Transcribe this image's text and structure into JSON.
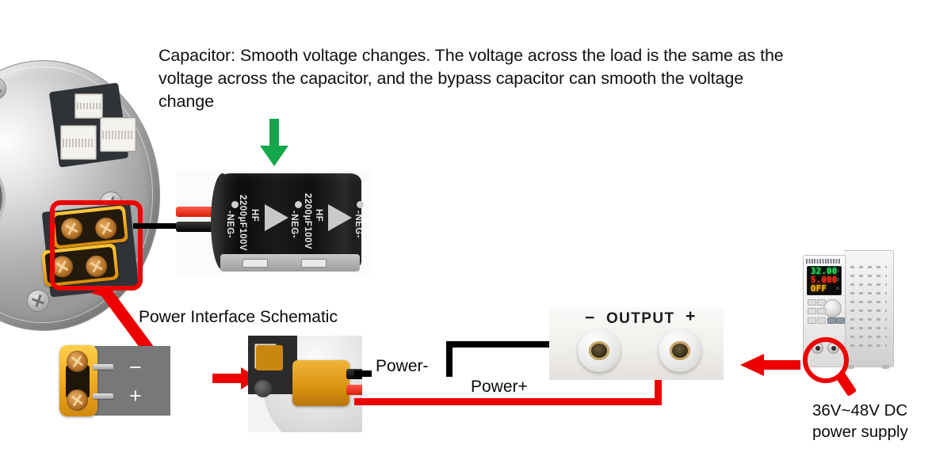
{
  "diagram": {
    "title_note": "Capacitor: Smooth voltage changes. The voltage across the load is the same as the voltage across the capacitor, and the bypass capacitor can smooth the voltage change",
    "colors": {
      "accent_red": "#ee0000",
      "accent_green": "#15a84a",
      "wire_black": "#000000",
      "wire_red": "#ee0000",
      "display_volts": "#25e05a",
      "display_amps": "#ff2d1a",
      "display_state": "#ffb400"
    }
  },
  "annotations": {
    "capacitor_note": "Capacitor: Smooth voltage changes. The voltage across the load is the same as the voltage across the capacitor, and the bypass capacitor can smooth the voltage change",
    "schematic_label": "Power Interface Schematic",
    "power_negative_label": "Power-",
    "power_positive_label": "Power+",
    "psu_caption_line1": "36V~48V DC",
    "psu_caption_line2": "power supply"
  },
  "capacitor": {
    "capacitance_1": "2200µF100V",
    "capacitance_2": "2200µF100V",
    "series_mark_1": "HF",
    "series_mark_2": "HF",
    "polarity_mark_1": "-NEG-",
    "polarity_mark_2": "-NEG-",
    "polarity_mark_3": "-NEG-"
  },
  "connector_schematic": {
    "negative_sign": "−",
    "positive_sign": "+"
  },
  "output_terminals": {
    "negative_sign": "−",
    "title": "OUTPUT",
    "positive_sign": "+"
  },
  "power_supply": {
    "voltage_reading": "32.00",
    "current_reading": "5.000",
    "output_state": "OFF"
  }
}
